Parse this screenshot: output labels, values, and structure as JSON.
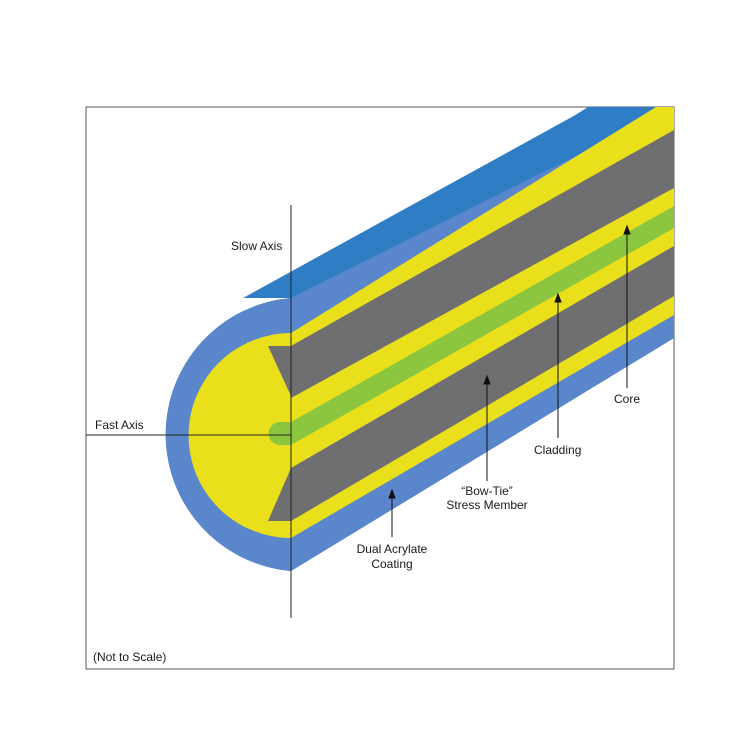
{
  "labels": {
    "slow_axis": "Slow Axis",
    "fast_axis": "Fast Axis",
    "core": "Core",
    "cladding": "Cladding",
    "stress_member_line1": "“Bow-Tie”",
    "stress_member_line2": "Stress Member",
    "coating_line1": "Dual Acrylate",
    "coating_line2": "Coating",
    "scale_note": "(Not to Scale)"
  },
  "colors": {
    "outer_coating": "#2f7dc5",
    "inner_coating": "#5a86cc",
    "cladding": "#e9df1a",
    "stress_member": "#6f6f72",
    "core": "#8cc63f",
    "frame": "#555555",
    "axis_line": "#222222"
  }
}
